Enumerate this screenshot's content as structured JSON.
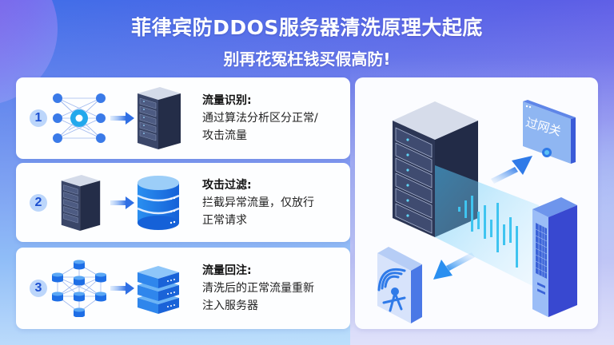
{
  "header": {
    "title": "菲律宾防DDOS服务器清洗原理大起底",
    "subtitle": "别再花冤枉钱买假高防!"
  },
  "steps": [
    {
      "number": "1",
      "title": "流量识别:",
      "description": "通过算法分析区分正常/攻击流量",
      "icons": [
        "network-graph-icon",
        "arrow-right-icon",
        "server-rack-icon"
      ]
    },
    {
      "number": "2",
      "title": "攻击过滤:",
      "description": "拦截异常流量，仅放行正常请求",
      "icons": [
        "server-rack-icon",
        "arrow-right-icon",
        "database-icon"
      ]
    },
    {
      "number": "3",
      "title": "流量回注:",
      "description": "清洗后的正常流量重新注入服务器",
      "icons": [
        "network-nodes-icon",
        "arrow-right-icon",
        "stacked-server-icon"
      ]
    }
  ],
  "illustration": {
    "gateway_label": "过网关",
    "elements": [
      "server-rack",
      "gateway-screen",
      "traffic-waveform",
      "terminal-device",
      "signal-antenna",
      "arrows"
    ]
  },
  "colors": {
    "accent_blue": "#2f6fe4",
    "badge_bg": "#bcd6fb",
    "badge_text": "#1c4fd0",
    "server_dark": "#2a3552",
    "cyan_wave": "#3fc4f0"
  }
}
